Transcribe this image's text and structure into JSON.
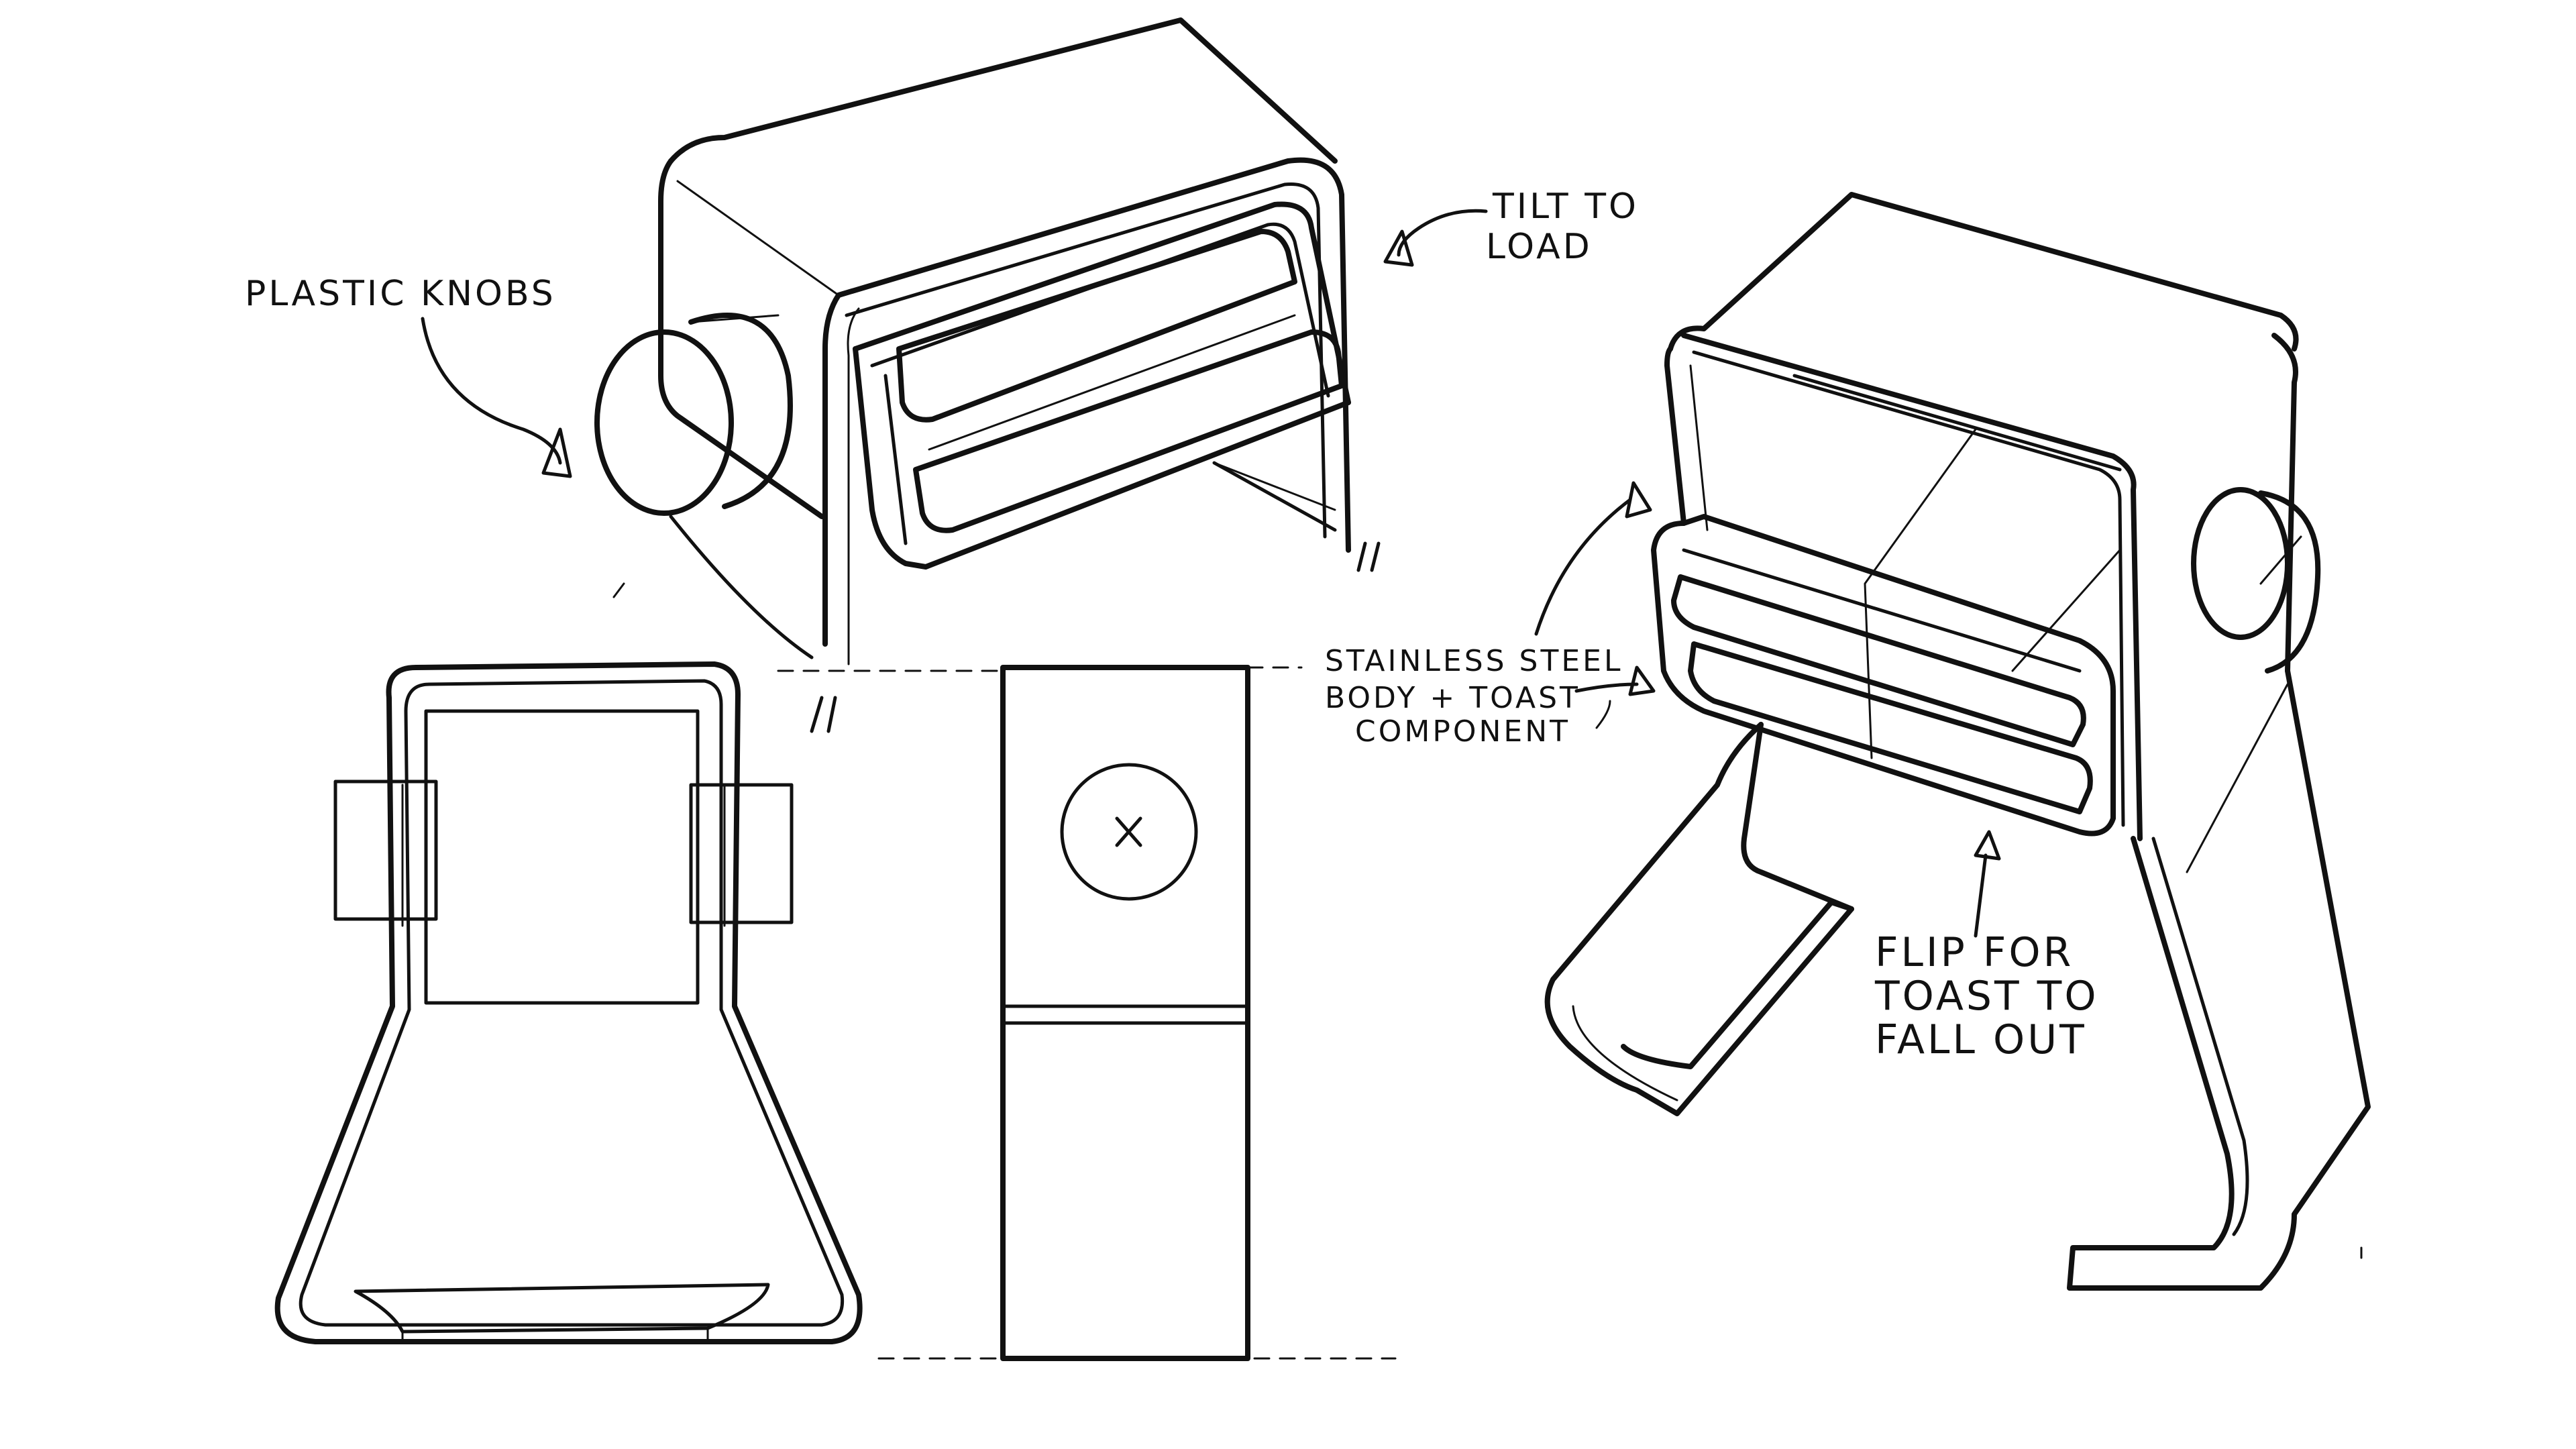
{
  "annotations": {
    "plastic_knobs": "PLASTIC KNOBS",
    "tilt_to_load": [
      "TILT TO",
      "LOAD"
    ],
    "stainless_steel": [
      "STAINLESS STEEL",
      "BODY + TOAST",
      "COMPONENT"
    ],
    "flip_for_toast": [
      "FLIP FOR",
      "TOAST TO",
      "FALL OUT"
    ]
  }
}
